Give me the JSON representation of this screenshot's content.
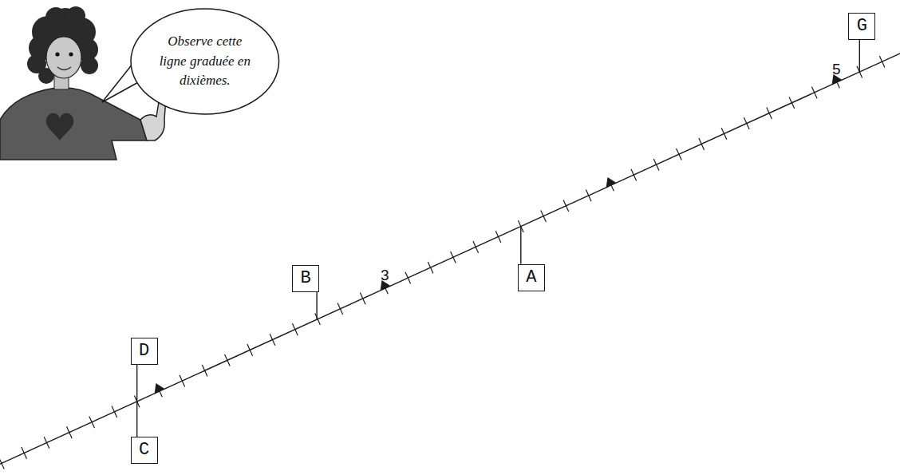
{
  "diagram": {
    "nodes": [
      {
        "text": [
          "Observe cette ligne graduée en dixièmes."
        ]
      },
      {
        "text": [
          "G"
        ]
      },
      {
        "text": [
          "B"
        ]
      },
      {
        "text": [
          "A"
        ]
      },
      {
        "text": [
          "D"
        ]
      },
      {
        "text": [
          "C"
        ]
      }
    ],
    "labels": [
      "3",
      "5"
    ]
  }
}
